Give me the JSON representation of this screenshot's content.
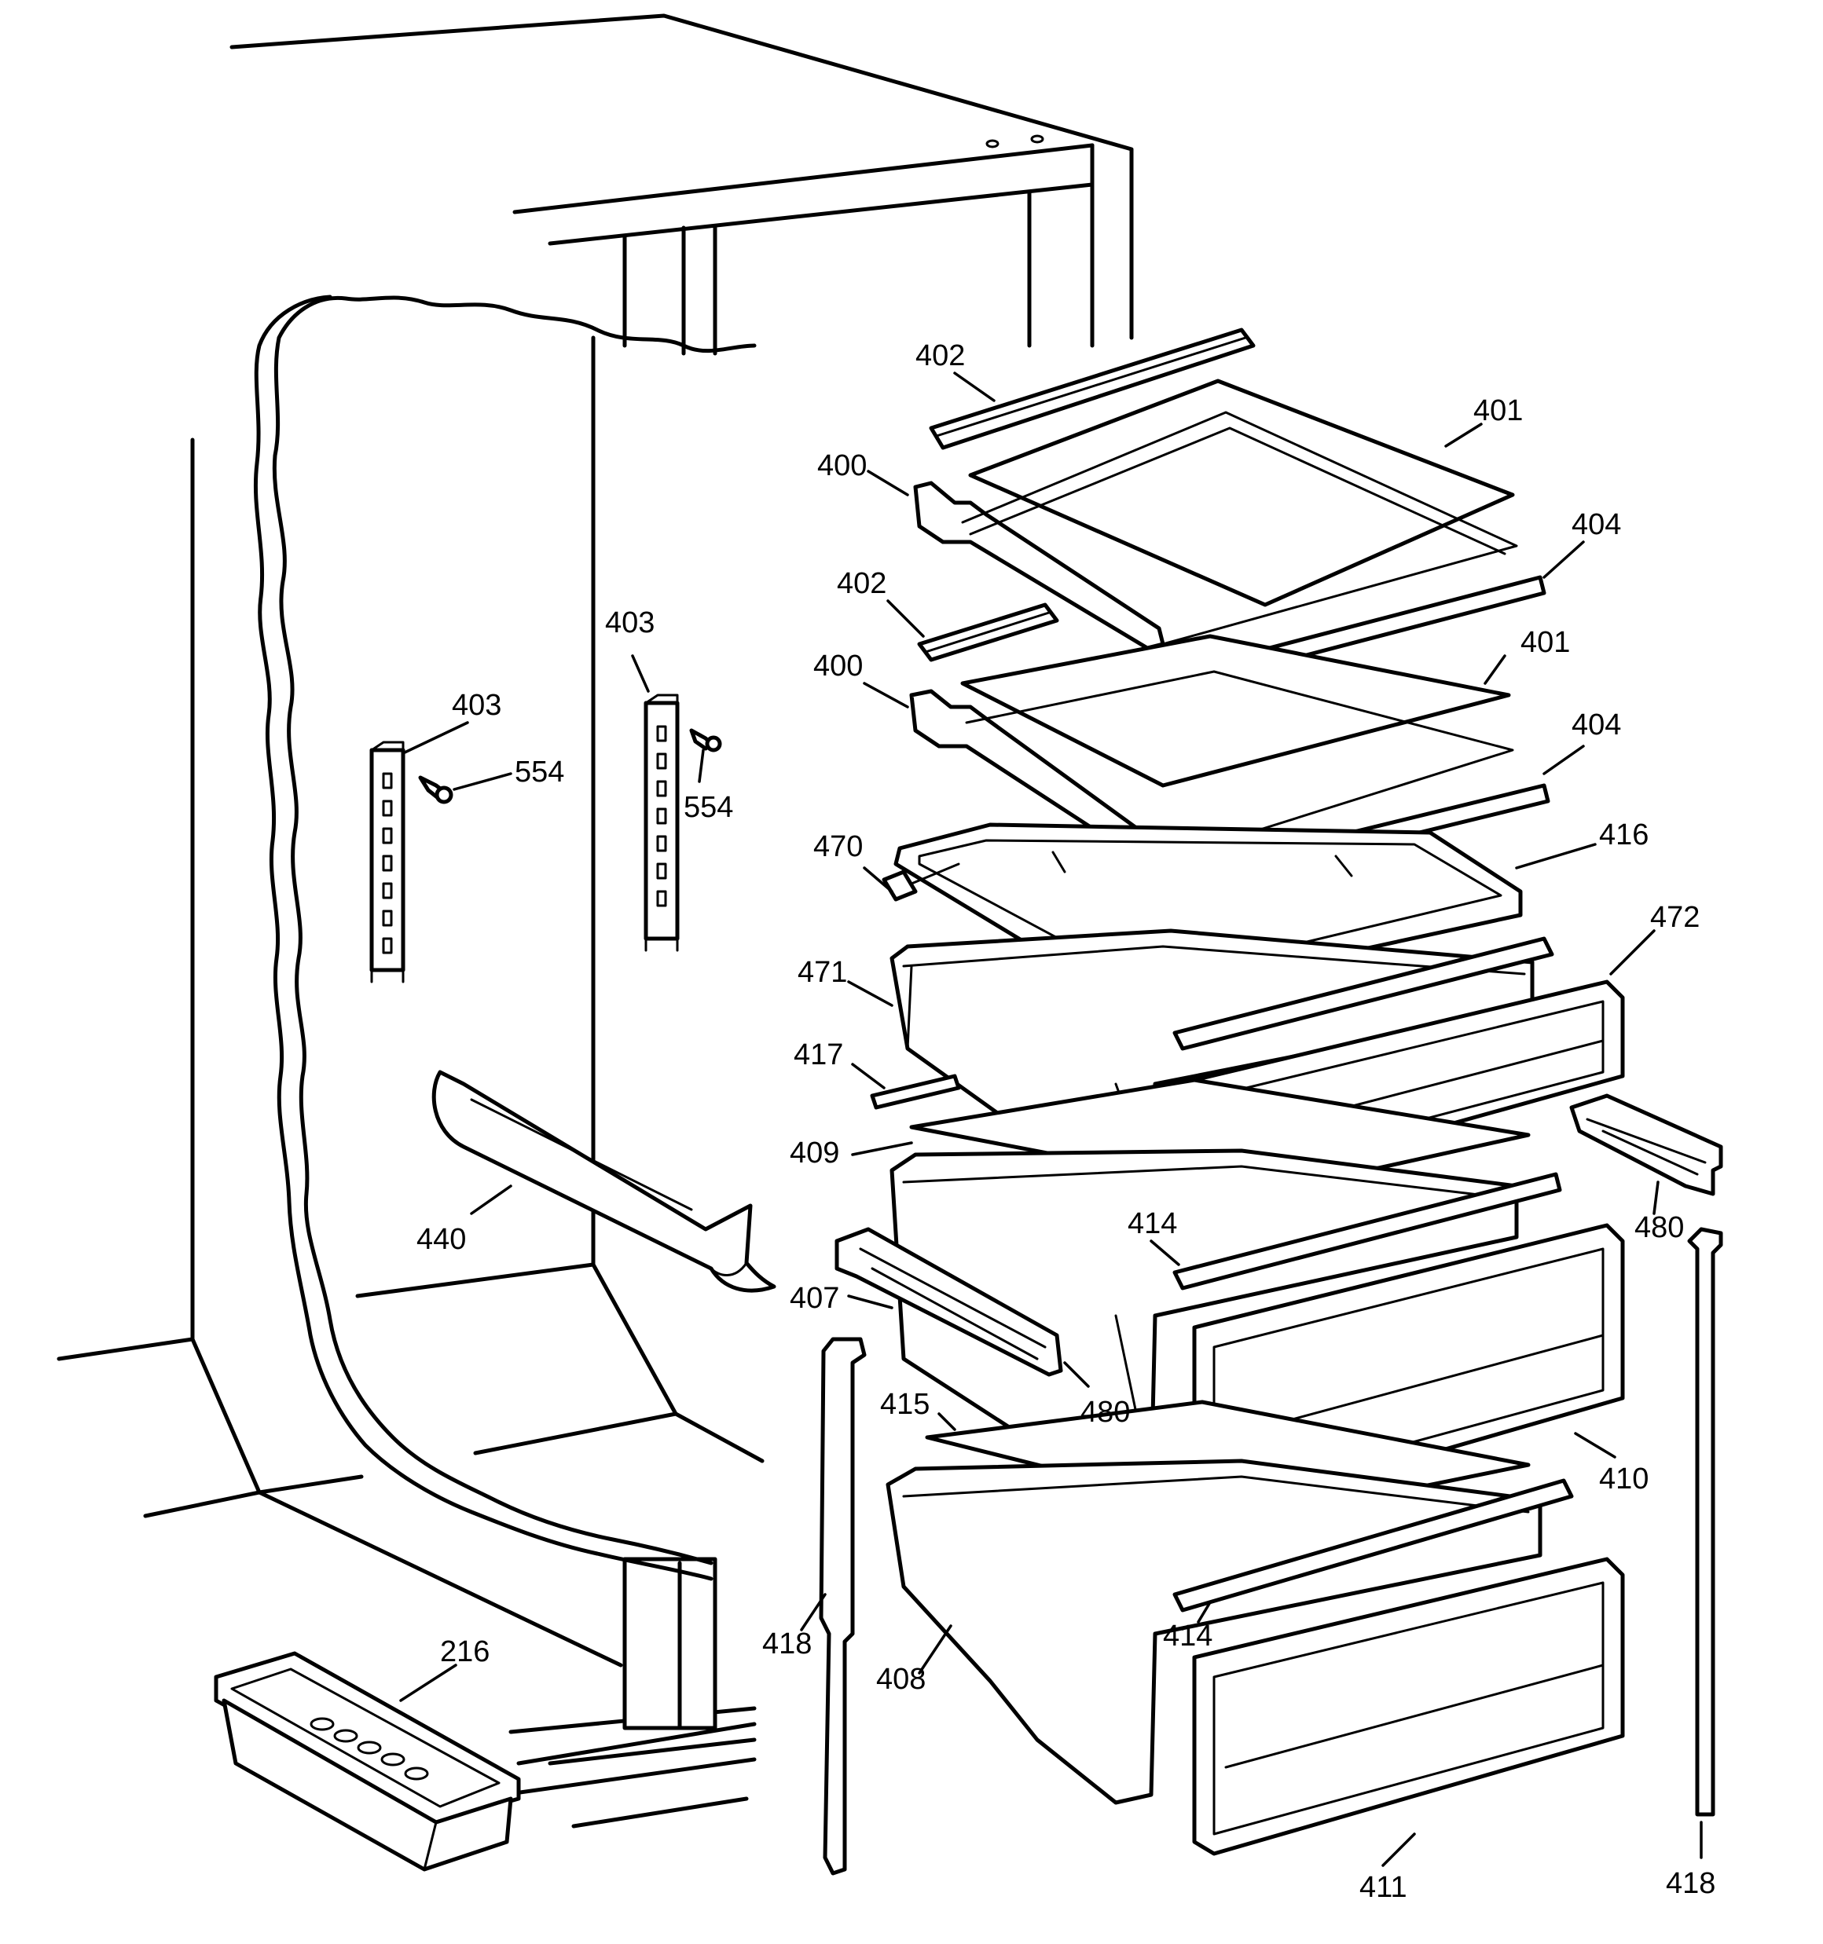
{
  "labels": {
    "l402a": "402",
    "l401a": "401",
    "l400a": "400",
    "l404a": "404",
    "l402b": "402",
    "l403a": "403",
    "l403b": "403",
    "l401b": "401",
    "l400b": "400",
    "l554a": "554",
    "l554b": "554",
    "l404b": "404",
    "l470": "470",
    "l416": "416",
    "l472": "472",
    "l471": "471",
    "l417": "417",
    "l409": "409",
    "l414a": "414",
    "l480a": "480",
    "l440": "440",
    "l407": "407",
    "l480b": "480",
    "l415": "415",
    "l410": "410",
    "l418a": "418",
    "l408": "408",
    "l414b": "414",
    "l216": "216",
    "l411": "411",
    "l418b": "418"
  }
}
